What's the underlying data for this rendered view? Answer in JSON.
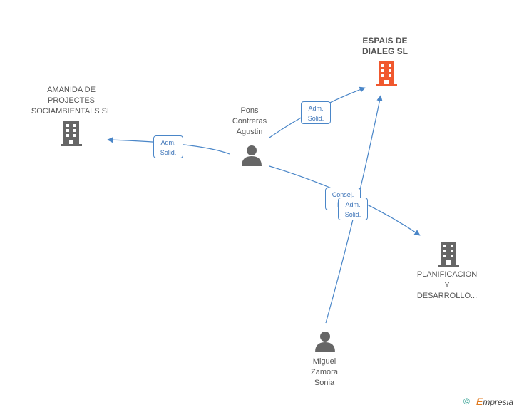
{
  "nodes": {
    "espais": {
      "label": "ESPAIS DE\nDIALEG SL",
      "color": "#f0582e"
    },
    "amanida": {
      "label": "AMANIDA DE\nPROJECTES\nSOCIAMBIENTALS SL",
      "color": "#666666"
    },
    "planificacion": {
      "label": "PLANIFICACION\nY\nDESARROLLO...",
      "color": "#666666"
    },
    "pons": {
      "label": "Pons\nContreras\nAgustin",
      "color": "#666666"
    },
    "miguel": {
      "label": "Miguel\nZamora\nSonia",
      "color": "#666666"
    }
  },
  "edges": {
    "pons_espais": "Adm.\nSolid.",
    "pons_amanida": "Adm.\nSolid.",
    "pons_planificacion": "Consej.\nDel.",
    "miguel_espais": "Adm.\nSolid."
  },
  "colors": {
    "edge": "#4a86c8"
  },
  "footer": {
    "copyright": "©",
    "brand_initial": "E",
    "brand_rest": "mpresia"
  }
}
